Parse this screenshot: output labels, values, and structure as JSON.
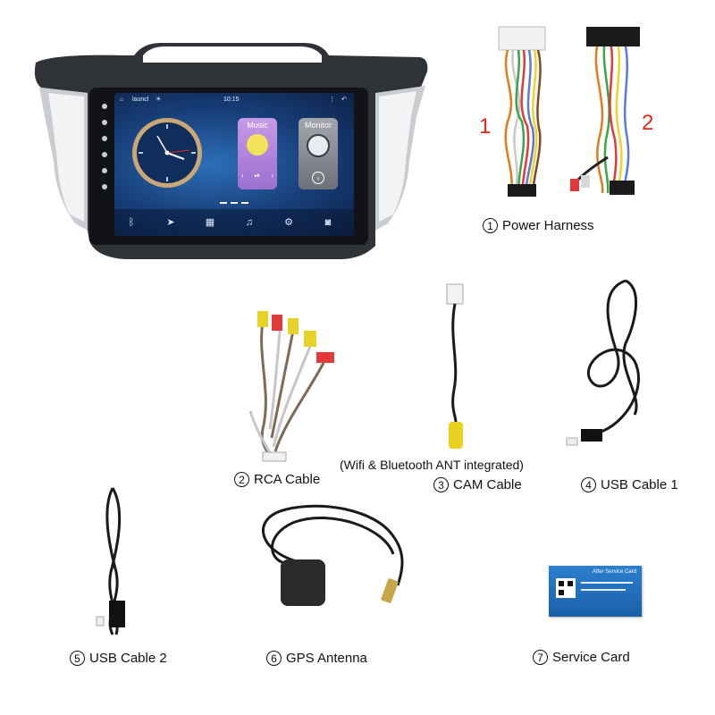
{
  "labels": {
    "red1": "1",
    "red2": "2",
    "power_harness": {
      "num": "1",
      "text": "Power Harness"
    },
    "rca_cable": {
      "num": "2",
      "text": "RCA Cable"
    },
    "cam_note": "(Wifi & Bluetooth ANT integrated)",
    "cam_cable": {
      "num": "3",
      "text": "CAM Cable"
    },
    "usb_cable_1": {
      "num": "4",
      "text": "USB Cable 1"
    },
    "usb_cable_2": {
      "num": "5",
      "text": "USB Cable 2"
    },
    "gps_antenna": {
      "num": "6",
      "text": "GPS Antenna"
    },
    "service_card": {
      "num": "7",
      "text": "Service Card"
    }
  },
  "screen": {
    "status_left": "launcl",
    "status_time": "10:15",
    "music_title": "Music",
    "monitor_title": "Monitor"
  },
  "service_card_print": {
    "title": "After Service Card"
  },
  "colors": {
    "red_number": "#e5261b",
    "screen_blue": "#1a4a8a",
    "music_card": "#b98be0",
    "monitor_card": "#8e8f97",
    "card_blue": "#1f6fbf"
  }
}
